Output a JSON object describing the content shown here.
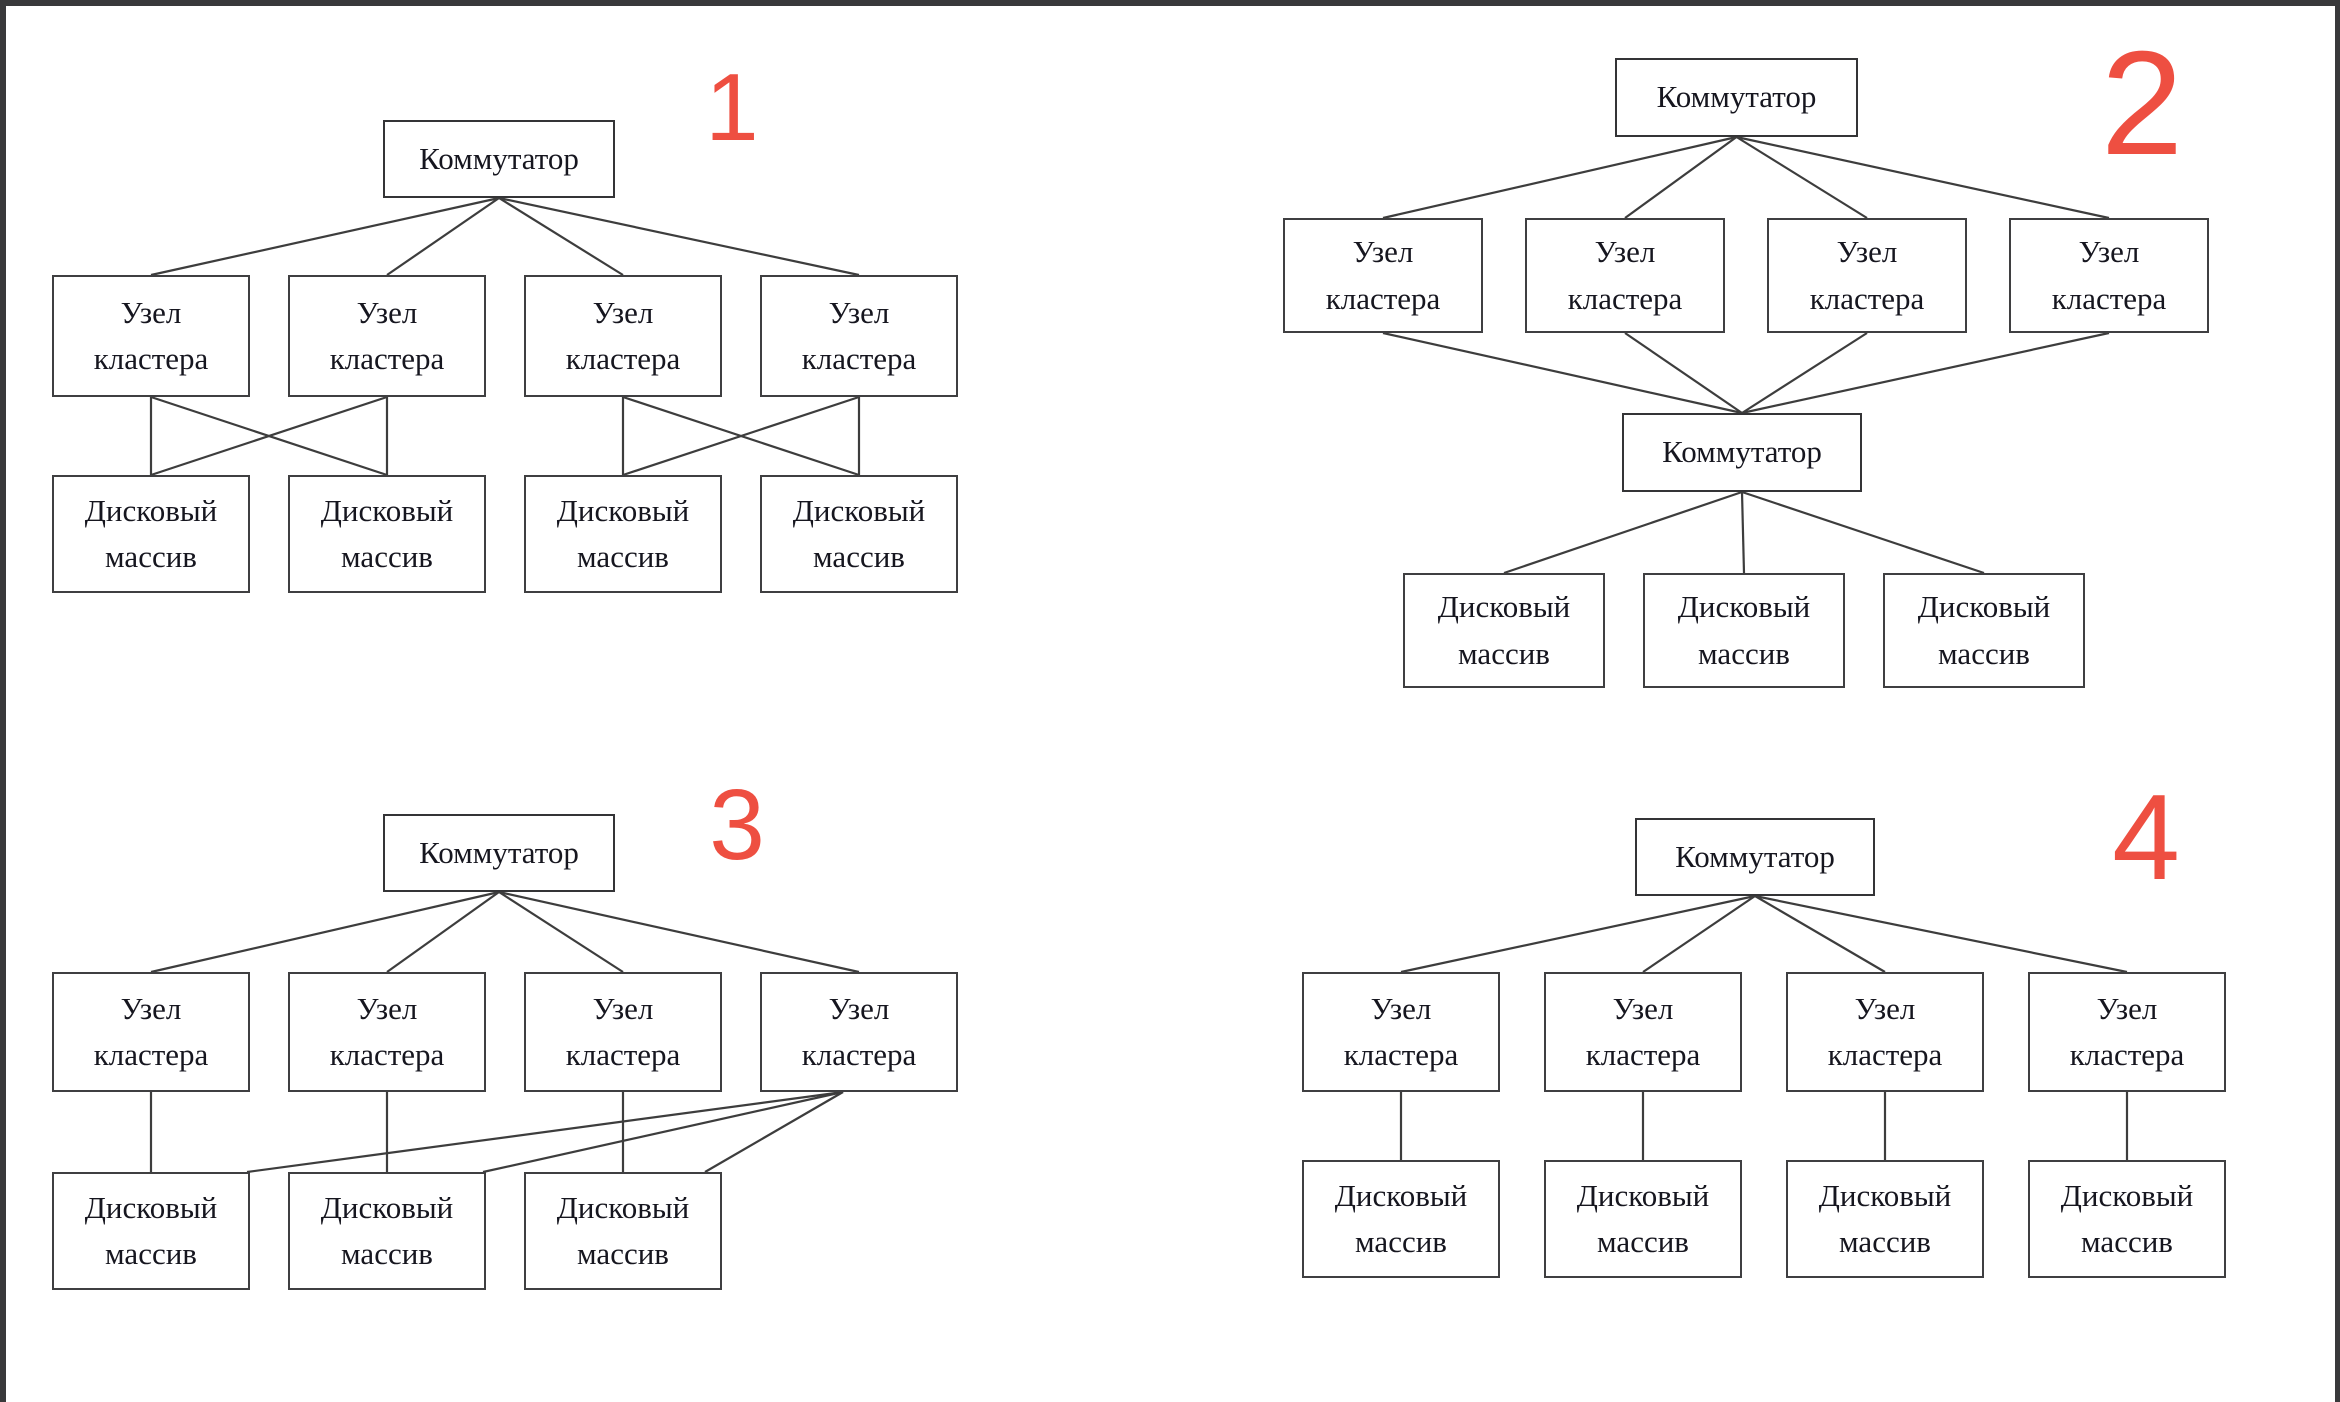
{
  "page": {
    "background_color": "#ffffff",
    "frame_border_color": "#39393b",
    "line_color": "#3d3d3d",
    "number_color": "#ee4f41",
    "box_text_color": "#16161f"
  },
  "labels": {
    "switch": "Коммутатор",
    "cluster_node": "Узел кластера",
    "disk_array": "Дисковый массив"
  },
  "diagrams": [
    {
      "number": "1",
      "nodes": [
        {
          "id": "sw",
          "type": "switch",
          "label": "Коммутатор"
        },
        {
          "id": "n1",
          "type": "cluster-node",
          "label": "Узел кластера"
        },
        {
          "id": "n2",
          "type": "cluster-node",
          "label": "Узел кластера"
        },
        {
          "id": "n3",
          "type": "cluster-node",
          "label": "Узел кластера"
        },
        {
          "id": "n4",
          "type": "cluster-node",
          "label": "Узел кластера"
        },
        {
          "id": "d1",
          "type": "disk-array",
          "label": "Дисковый массив"
        },
        {
          "id": "d2",
          "type": "disk-array",
          "label": "Дисковый массив"
        },
        {
          "id": "d3",
          "type": "disk-array",
          "label": "Дисковый массив"
        },
        {
          "id": "d4",
          "type": "disk-array",
          "label": "Дисковый массив"
        }
      ],
      "edges": [
        [
          "sw",
          "n1"
        ],
        [
          "sw",
          "n2"
        ],
        [
          "sw",
          "n3"
        ],
        [
          "sw",
          "n4"
        ],
        [
          "n1",
          "d1"
        ],
        [
          "n1",
          "d2"
        ],
        [
          "n2",
          "d1"
        ],
        [
          "n2",
          "d2"
        ],
        [
          "n3",
          "d3"
        ],
        [
          "n3",
          "d4"
        ],
        [
          "n4",
          "d3"
        ],
        [
          "n4",
          "d4"
        ]
      ]
    },
    {
      "number": "2",
      "nodes": [
        {
          "id": "swt",
          "type": "switch",
          "label": "Коммутатор"
        },
        {
          "id": "n1",
          "type": "cluster-node",
          "label": "Узел кластера"
        },
        {
          "id": "n2",
          "type": "cluster-node",
          "label": "Узел кластера"
        },
        {
          "id": "n3",
          "type": "cluster-node",
          "label": "Узел кластера"
        },
        {
          "id": "n4",
          "type": "cluster-node",
          "label": "Узел кластера"
        },
        {
          "id": "swb",
          "type": "switch",
          "label": "Коммутатор"
        },
        {
          "id": "d1",
          "type": "disk-array",
          "label": "Дисковый массив"
        },
        {
          "id": "d2",
          "type": "disk-array",
          "label": "Дисковый массив"
        },
        {
          "id": "d3",
          "type": "disk-array",
          "label": "Дисковый массив"
        }
      ],
      "edges": [
        [
          "swt",
          "n1"
        ],
        [
          "swt",
          "n2"
        ],
        [
          "swt",
          "n3"
        ],
        [
          "swt",
          "n4"
        ],
        [
          "n1",
          "swb"
        ],
        [
          "n2",
          "swb"
        ],
        [
          "n3",
          "swb"
        ],
        [
          "n4",
          "swb"
        ],
        [
          "swb",
          "d1"
        ],
        [
          "swb",
          "d2"
        ],
        [
          "swb",
          "d3"
        ]
      ]
    },
    {
      "number": "3",
      "nodes": [
        {
          "id": "sw",
          "type": "switch",
          "label": "Коммутатор"
        },
        {
          "id": "n1",
          "type": "cluster-node",
          "label": "Узел кластера"
        },
        {
          "id": "n2",
          "type": "cluster-node",
          "label": "Узел кластера"
        },
        {
          "id": "n3",
          "type": "cluster-node",
          "label": "Узел кластера"
        },
        {
          "id": "n4",
          "type": "cluster-node",
          "label": "Узел кластера"
        },
        {
          "id": "d1",
          "type": "disk-array",
          "label": "Дисковый массив"
        },
        {
          "id": "d2",
          "type": "disk-array",
          "label": "Дисковый массив"
        },
        {
          "id": "d3",
          "type": "disk-array",
          "label": "Дисковый массив"
        }
      ],
      "edges": [
        [
          "sw",
          "n1"
        ],
        [
          "sw",
          "n2"
        ],
        [
          "sw",
          "n3"
        ],
        [
          "sw",
          "n4"
        ],
        [
          "n1",
          "d1"
        ],
        [
          "n2",
          "d2"
        ],
        [
          "n3",
          "d3"
        ],
        [
          "n4",
          "d1"
        ],
        [
          "n4",
          "d2"
        ],
        [
          "n4",
          "d3"
        ]
      ]
    },
    {
      "number": "4",
      "nodes": [
        {
          "id": "sw",
          "type": "switch",
          "label": "Коммутатор"
        },
        {
          "id": "n1",
          "type": "cluster-node",
          "label": "Узел кластера"
        },
        {
          "id": "n2",
          "type": "cluster-node",
          "label": "Узел кластера"
        },
        {
          "id": "n3",
          "type": "cluster-node",
          "label": "Узел кластера"
        },
        {
          "id": "n4",
          "type": "cluster-node",
          "label": "Узел кластера"
        },
        {
          "id": "d1",
          "type": "disk-array",
          "label": "Дисковый массив"
        },
        {
          "id": "d2",
          "type": "disk-array",
          "label": "Дисковый массив"
        },
        {
          "id": "d3",
          "type": "disk-array",
          "label": "Дисковый массив"
        },
        {
          "id": "d4",
          "type": "disk-array",
          "label": "Дисковый массив"
        }
      ],
      "edges": [
        [
          "sw",
          "n1"
        ],
        [
          "sw",
          "n2"
        ],
        [
          "sw",
          "n3"
        ],
        [
          "sw",
          "n4"
        ],
        [
          "n1",
          "d1"
        ],
        [
          "n2",
          "d2"
        ],
        [
          "n3",
          "d3"
        ],
        [
          "n4",
          "d4"
        ]
      ]
    }
  ]
}
